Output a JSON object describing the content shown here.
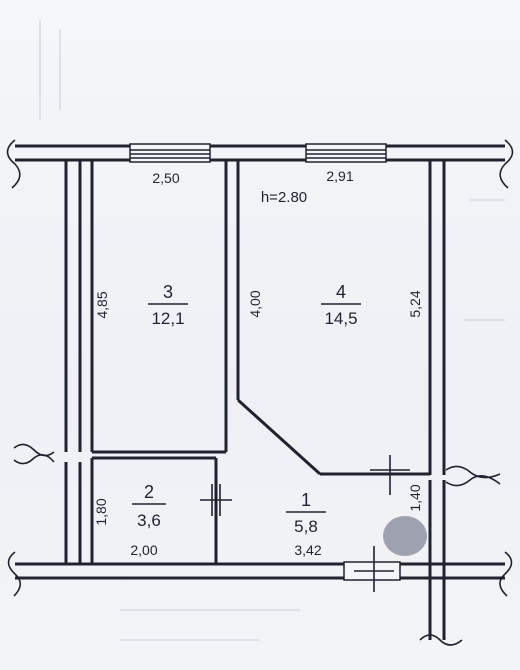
{
  "plan": {
    "height_label": "h=2.80",
    "rooms": [
      {
        "number": "1",
        "area": "5,8"
      },
      {
        "number": "2",
        "area": "3,6"
      },
      {
        "number": "3",
        "area": "12,1"
      },
      {
        "number": "4",
        "area": "14,5"
      }
    ],
    "dimensions": {
      "room3_width": "2,50",
      "room4_width": "2,91",
      "room3_height": "4,85",
      "room4_left": "4,00",
      "room4_right": "5,24",
      "room2_height": "1,80",
      "room2_width": "2,00",
      "room1_width": "3,42",
      "room1_right": "1,40"
    }
  }
}
